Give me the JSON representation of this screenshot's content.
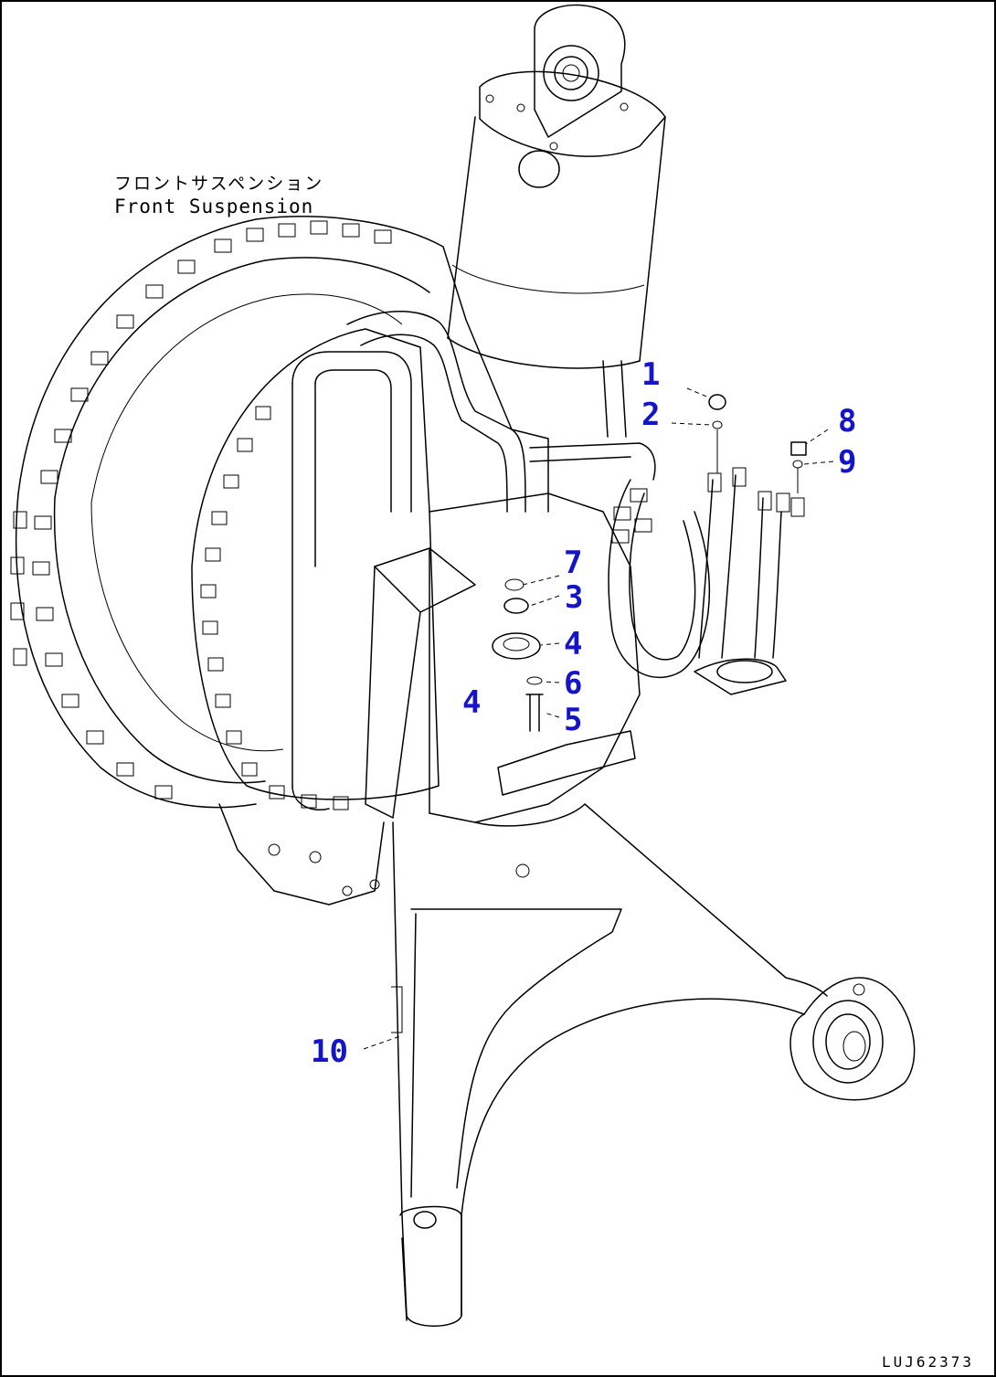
{
  "caption": {
    "japanese": "フロントサスペンション",
    "english": "Front Suspension"
  },
  "callout_color": "#1414c8",
  "callouts": [
    {
      "id": "c1",
      "label": "1"
    },
    {
      "id": "c2",
      "label": "2"
    },
    {
      "id": "c3",
      "label": "3"
    },
    {
      "id": "c4a",
      "label": "4"
    },
    {
      "id": "c4b",
      "label": "4"
    },
    {
      "id": "c5",
      "label": "5"
    },
    {
      "id": "c6",
      "label": "6"
    },
    {
      "id": "c7",
      "label": "7"
    },
    {
      "id": "c8",
      "label": "8"
    },
    {
      "id": "c9",
      "label": "9"
    },
    {
      "id": "c10",
      "label": "10"
    }
  ],
  "drawing_code": "LUJ62373"
}
